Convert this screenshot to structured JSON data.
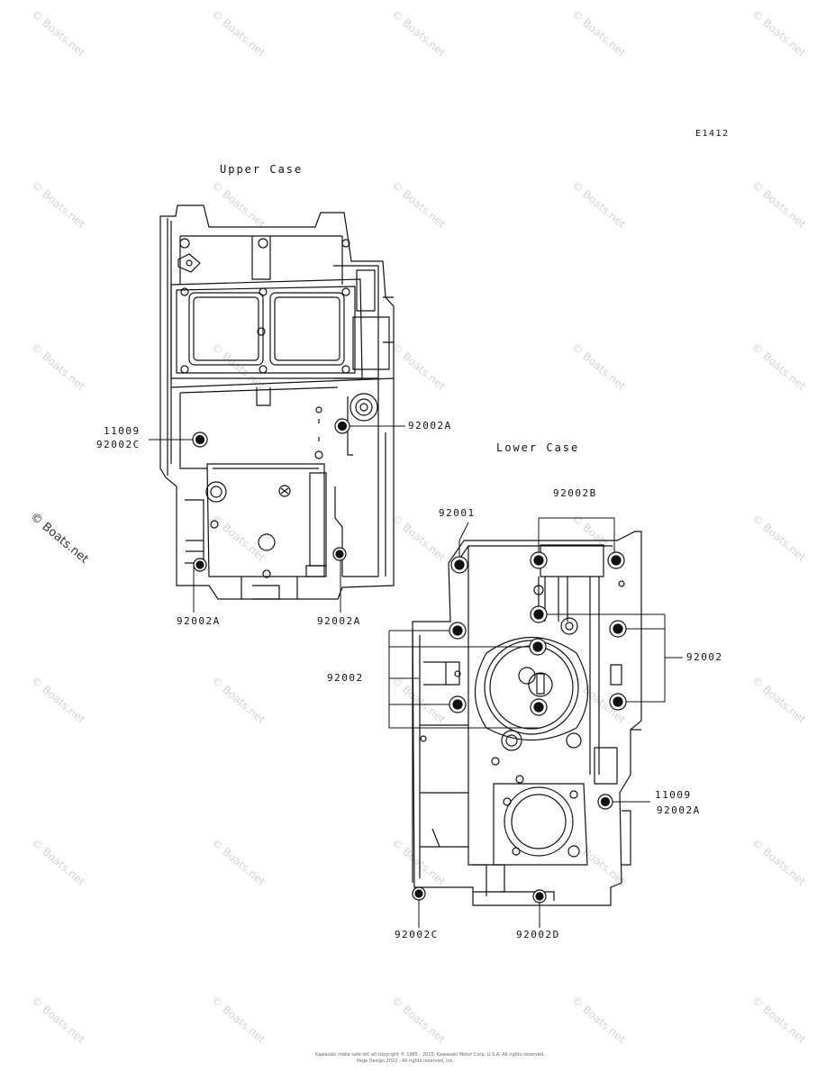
{
  "diagram_id": "E1412",
  "upper_case": {
    "title": "Upper Case",
    "labels": {
      "left_top": "11009",
      "left_bottom": "92002C",
      "right": "92002A",
      "bottom_left": "92002A",
      "bottom_right": "92002A"
    }
  },
  "lower_case": {
    "title": "Lower Case",
    "labels": {
      "top_left": "92001",
      "top_center": "92002B",
      "left": "92002",
      "right": "92002",
      "right_lower_top": "11009",
      "right_lower_bottom": "92002A",
      "bottom_left": "92002C",
      "bottom_center": "92002D"
    }
  },
  "watermark": "© Boats.net",
  "footer": {
    "line1": "Kawasaki make safe ref. all copyright © 1985 - 2015, Kawasaki Motor Corp. U.S.A. All rights reserved.",
    "line2": "Page Design 2022 - All rights reserved, Inc."
  }
}
